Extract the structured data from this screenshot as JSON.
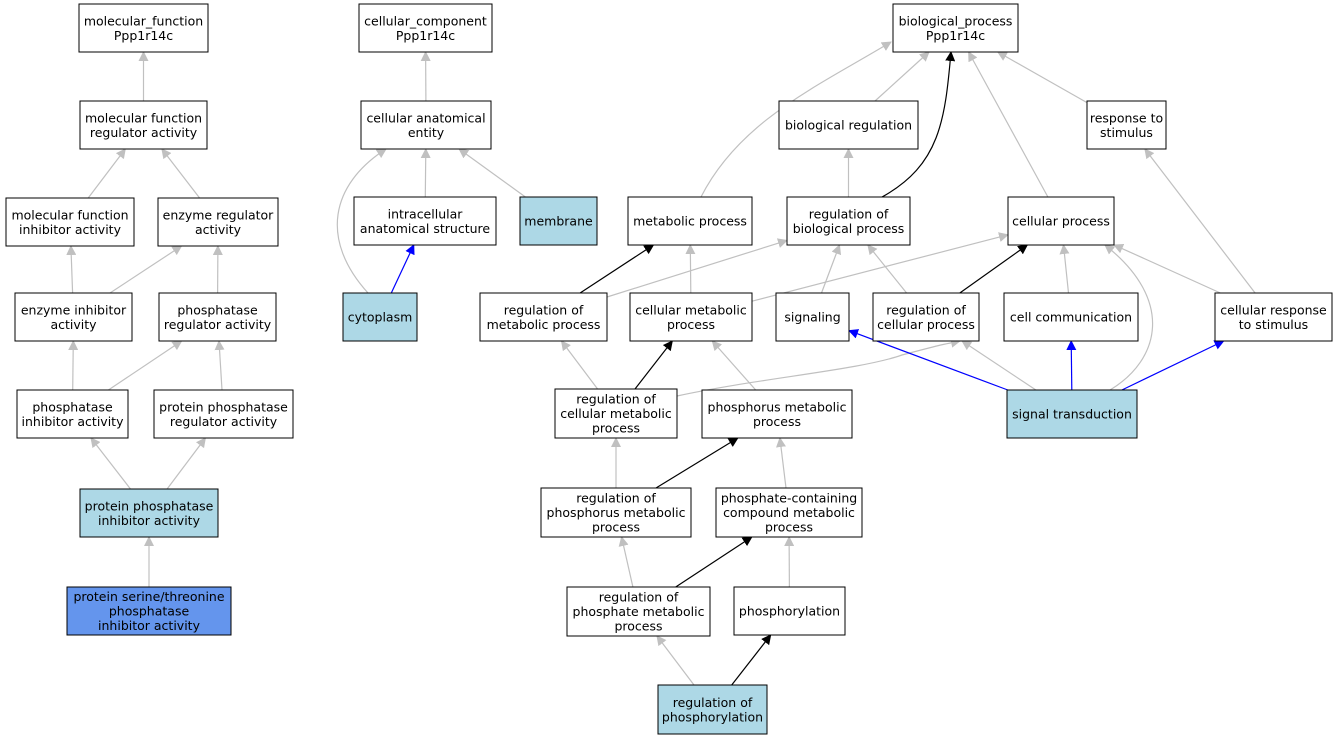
{
  "colors": {
    "default_fill": "#ffffff",
    "annotated_fill": "#add8e6",
    "query_fill": "#6495ed",
    "edge_gray": "#c0c0c0",
    "edge_black": "#000000",
    "edge_blue": "#0000ff"
  },
  "nodes": [
    {
      "id": "mf",
      "lines": [
        "molecular_function",
        "Ppp1r14c"
      ],
      "fill": "default"
    },
    {
      "id": "mfra",
      "lines": [
        "molecular function",
        "regulator activity"
      ],
      "fill": "default"
    },
    {
      "id": "mfia",
      "lines": [
        "molecular function",
        "inhibitor activity"
      ],
      "fill": "default"
    },
    {
      "id": "era",
      "lines": [
        "enzyme regulator",
        "activity"
      ],
      "fill": "default"
    },
    {
      "id": "eia",
      "lines": [
        "enzyme inhibitor",
        "activity"
      ],
      "fill": "default"
    },
    {
      "id": "pra",
      "lines": [
        "phosphatase",
        "regulator activity"
      ],
      "fill": "default"
    },
    {
      "id": "pia",
      "lines": [
        "phosphatase",
        "inhibitor activity"
      ],
      "fill": "default"
    },
    {
      "id": "ppra",
      "lines": [
        "protein phosphatase",
        "regulator activity"
      ],
      "fill": "default"
    },
    {
      "id": "ppia",
      "lines": [
        "protein phosphatase",
        "inhibitor activity"
      ],
      "fill": "annotated"
    },
    {
      "id": "pstpia",
      "lines": [
        "protein serine/threonine",
        "phosphatase",
        "inhibitor activity"
      ],
      "fill": "query"
    },
    {
      "id": "cc",
      "lines": [
        "cellular_component",
        "Ppp1r14c"
      ],
      "fill": "default"
    },
    {
      "id": "cae",
      "lines": [
        "cellular anatomical",
        "entity"
      ],
      "fill": "default"
    },
    {
      "id": "ias",
      "lines": [
        "intracellular",
        "anatomical structure"
      ],
      "fill": "default"
    },
    {
      "id": "membrane",
      "lines": [
        "membrane"
      ],
      "fill": "annotated"
    },
    {
      "id": "cytoplasm",
      "lines": [
        "cytoplasm"
      ],
      "fill": "annotated"
    },
    {
      "id": "bp",
      "lines": [
        "biological_process",
        "Ppp1r14c"
      ],
      "fill": "default"
    },
    {
      "id": "breg",
      "lines": [
        "biological regulation"
      ],
      "fill": "default"
    },
    {
      "id": "rts",
      "lines": [
        "response to",
        "stimulus"
      ],
      "fill": "default"
    },
    {
      "id": "metp",
      "lines": [
        "metabolic process"
      ],
      "fill": "default"
    },
    {
      "id": "robp",
      "lines": [
        "regulation of",
        "biological process"
      ],
      "fill": "default"
    },
    {
      "id": "cellp",
      "lines": [
        "cellular process"
      ],
      "fill": "default"
    },
    {
      "id": "rmp",
      "lines": [
        "regulation of",
        "metabolic process"
      ],
      "fill": "default"
    },
    {
      "id": "cmp",
      "lines": [
        "cellular metabolic",
        "process"
      ],
      "fill": "default"
    },
    {
      "id": "signaling",
      "lines": [
        "signaling"
      ],
      "fill": "default"
    },
    {
      "id": "rcp",
      "lines": [
        "regulation of",
        "cellular process"
      ],
      "fill": "default"
    },
    {
      "id": "cellcomm",
      "lines": [
        "cell communication"
      ],
      "fill": "default"
    },
    {
      "id": "crs",
      "lines": [
        "cellular response",
        "to stimulus"
      ],
      "fill": "default"
    },
    {
      "id": "rcmp",
      "lines": [
        "regulation of",
        "cellular metabolic",
        "process"
      ],
      "fill": "default"
    },
    {
      "id": "phmp",
      "lines": [
        "phosphorus metabolic",
        "process"
      ],
      "fill": "default"
    },
    {
      "id": "st",
      "lines": [
        "signal transduction"
      ],
      "fill": "annotated"
    },
    {
      "id": "rphmp",
      "lines": [
        "regulation of",
        "phosphorus metabolic",
        "process"
      ],
      "fill": "default"
    },
    {
      "id": "pccmp",
      "lines": [
        "phosphate-containing",
        "compound metabolic",
        "process"
      ],
      "fill": "default"
    },
    {
      "id": "rpmp",
      "lines": [
        "regulation of",
        "phosphate metabolic",
        "process"
      ],
      "fill": "default"
    },
    {
      "id": "phos",
      "lines": [
        "phosphorylation"
      ],
      "fill": "default"
    },
    {
      "id": "rphos",
      "lines": [
        "regulation of",
        "phosphorylation"
      ],
      "fill": "annotated"
    }
  ],
  "edges": [
    {
      "from": "mfra",
      "to": "mf",
      "color": "gray"
    },
    {
      "from": "mfia",
      "to": "mfra",
      "color": "gray"
    },
    {
      "from": "era",
      "to": "mfra",
      "color": "gray"
    },
    {
      "from": "eia",
      "to": "mfia",
      "color": "gray"
    },
    {
      "from": "eia",
      "to": "era",
      "color": "gray"
    },
    {
      "from": "pra",
      "to": "era",
      "color": "gray"
    },
    {
      "from": "pia",
      "to": "eia",
      "color": "gray"
    },
    {
      "from": "pia",
      "to": "pra",
      "color": "gray"
    },
    {
      "from": "ppra",
      "to": "pra",
      "color": "gray"
    },
    {
      "from": "ppia",
      "to": "pia",
      "color": "gray"
    },
    {
      "from": "ppia",
      "to": "ppra",
      "color": "gray"
    },
    {
      "from": "pstpia",
      "to": "ppia",
      "color": "gray"
    },
    {
      "from": "cae",
      "to": "cc",
      "color": "gray"
    },
    {
      "from": "ias",
      "to": "cae",
      "color": "gray"
    },
    {
      "from": "membrane",
      "to": "cae",
      "color": "gray"
    },
    {
      "from": "cytoplasm",
      "to": "cae",
      "color": "gray"
    },
    {
      "from": "cytoplasm",
      "to": "ias",
      "color": "blue"
    },
    {
      "from": "breg",
      "to": "bp",
      "color": "gray"
    },
    {
      "from": "rts",
      "to": "bp",
      "color": "gray"
    },
    {
      "from": "metp",
      "to": "bp",
      "color": "gray"
    },
    {
      "from": "robp",
      "to": "bp",
      "color": "black"
    },
    {
      "from": "cellp",
      "to": "bp",
      "color": "gray"
    },
    {
      "from": "robp",
      "to": "breg",
      "color": "gray"
    },
    {
      "from": "rmp",
      "to": "metp",
      "color": "black"
    },
    {
      "from": "rmp",
      "to": "robp",
      "color": "gray"
    },
    {
      "from": "cmp",
      "to": "metp",
      "color": "gray"
    },
    {
      "from": "cmp",
      "to": "cellp",
      "color": "gray"
    },
    {
      "from": "signaling",
      "to": "robp",
      "color": "gray"
    },
    {
      "from": "rcp",
      "to": "robp",
      "color": "gray"
    },
    {
      "from": "rcp",
      "to": "cellp",
      "color": "black"
    },
    {
      "from": "cellcomm",
      "to": "cellp",
      "color": "gray"
    },
    {
      "from": "crs",
      "to": "cellp",
      "color": "gray"
    },
    {
      "from": "crs",
      "to": "rts",
      "color": "gray"
    },
    {
      "from": "rcmp",
      "to": "rmp",
      "color": "gray"
    },
    {
      "from": "rcmp",
      "to": "cmp",
      "color": "black"
    },
    {
      "from": "rcmp",
      "to": "rcp",
      "color": "gray"
    },
    {
      "from": "phmp",
      "to": "cmp",
      "color": "gray"
    },
    {
      "from": "st",
      "to": "signaling",
      "color": "blue"
    },
    {
      "from": "st",
      "to": "rcp",
      "color": "gray"
    },
    {
      "from": "st",
      "to": "cellcomm",
      "color": "blue"
    },
    {
      "from": "st",
      "to": "crs",
      "color": "blue"
    },
    {
      "from": "st",
      "to": "cellp",
      "color": "gray"
    },
    {
      "from": "rphmp",
      "to": "rcmp",
      "color": "gray"
    },
    {
      "from": "rphmp",
      "to": "phmp",
      "color": "black"
    },
    {
      "from": "pccmp",
      "to": "phmp",
      "color": "gray"
    },
    {
      "from": "rpmp",
      "to": "rphmp",
      "color": "gray"
    },
    {
      "from": "rpmp",
      "to": "pccmp",
      "color": "black"
    },
    {
      "from": "phos",
      "to": "pccmp",
      "color": "gray"
    },
    {
      "from": "rphos",
      "to": "rpmp",
      "color": "gray"
    },
    {
      "from": "rphos",
      "to": "phos",
      "color": "black"
    }
  ]
}
